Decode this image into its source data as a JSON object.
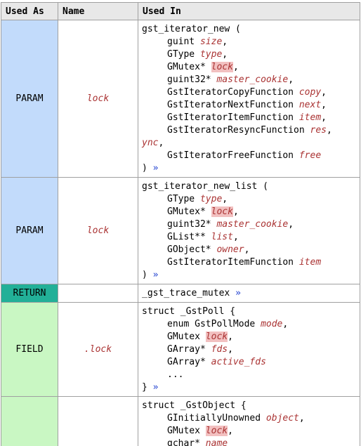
{
  "table": {
    "headers": {
      "used_as": "Used As",
      "name": "Name",
      "used_in": "Used In"
    },
    "rows": [
      {
        "used_as": "PARAM",
        "name": "lock",
        "kind": "param",
        "code": {
          "head": "gst_iterator_new (",
          "params": [
            {
              "type": "guint ",
              "name": "size"
            },
            {
              "type": "GType ",
              "name": "type"
            },
            {
              "type": "GMutex* ",
              "name": "lock"
            },
            {
              "type": "guint32* ",
              "name": "master_cookie"
            },
            {
              "type": "GstIteratorCopyFunction ",
              "name": "copy"
            },
            {
              "type": "GstIteratorNextFunction ",
              "name": "next"
            },
            {
              "type": "GstIteratorItemFunction ",
              "name": "item"
            },
            {
              "type": "GstIteratorResyncFunction ",
              "name": "res"
            },
            {
              "type": "GstIteratorFreeFunction ",
              "name": "free"
            }
          ],
          "wrap_tail": "ync",
          "close": ")",
          "more": "»"
        }
      },
      {
        "used_as": "PARAM",
        "name": "lock",
        "kind": "param",
        "code": {
          "head": "gst_iterator_new_list (",
          "params": [
            {
              "type": "GType ",
              "name": "type"
            },
            {
              "type": "GMutex* ",
              "name": "lock"
            },
            {
              "type": "guint32* ",
              "name": "master_cookie"
            },
            {
              "type": "GList** ",
              "name": "list"
            },
            {
              "type": "GObject* ",
              "name": "owner"
            },
            {
              "type": "GstIteratorItemFunction ",
              "name": "item"
            }
          ],
          "close": ")",
          "more": "»"
        }
      },
      {
        "used_as": "RETURN",
        "name": "",
        "kind": "return",
        "code": {
          "head": "_gst_trace_mutex ",
          "more": "»"
        }
      },
      {
        "used_as": "FIELD",
        "name": ".lock",
        "kind": "field",
        "code": {
          "head": "struct _GstPoll {",
          "params": [
            {
              "type": "enum GstPollMode ",
              "name": "mode"
            },
            {
              "type": "GMutex ",
              "name": "lock"
            },
            {
              "type": "GArray* ",
              "name": "fds"
            },
            {
              "type": "GArray* ",
              "name": "active_fds"
            }
          ],
          "ellipsis": "...",
          "close": "}",
          "more": "»"
        }
      },
      {
        "used_as": "",
        "name": "",
        "kind": "field",
        "code": {
          "head": "struct _GstObject {",
          "params": [
            {
              "type": "GInitiallyUnowned ",
              "name": "object"
            },
            {
              "type": "GMutex ",
              "name": "lock"
            },
            {
              "type": "gchar* ",
              "name": "name"
            }
          ]
        }
      }
    ]
  }
}
